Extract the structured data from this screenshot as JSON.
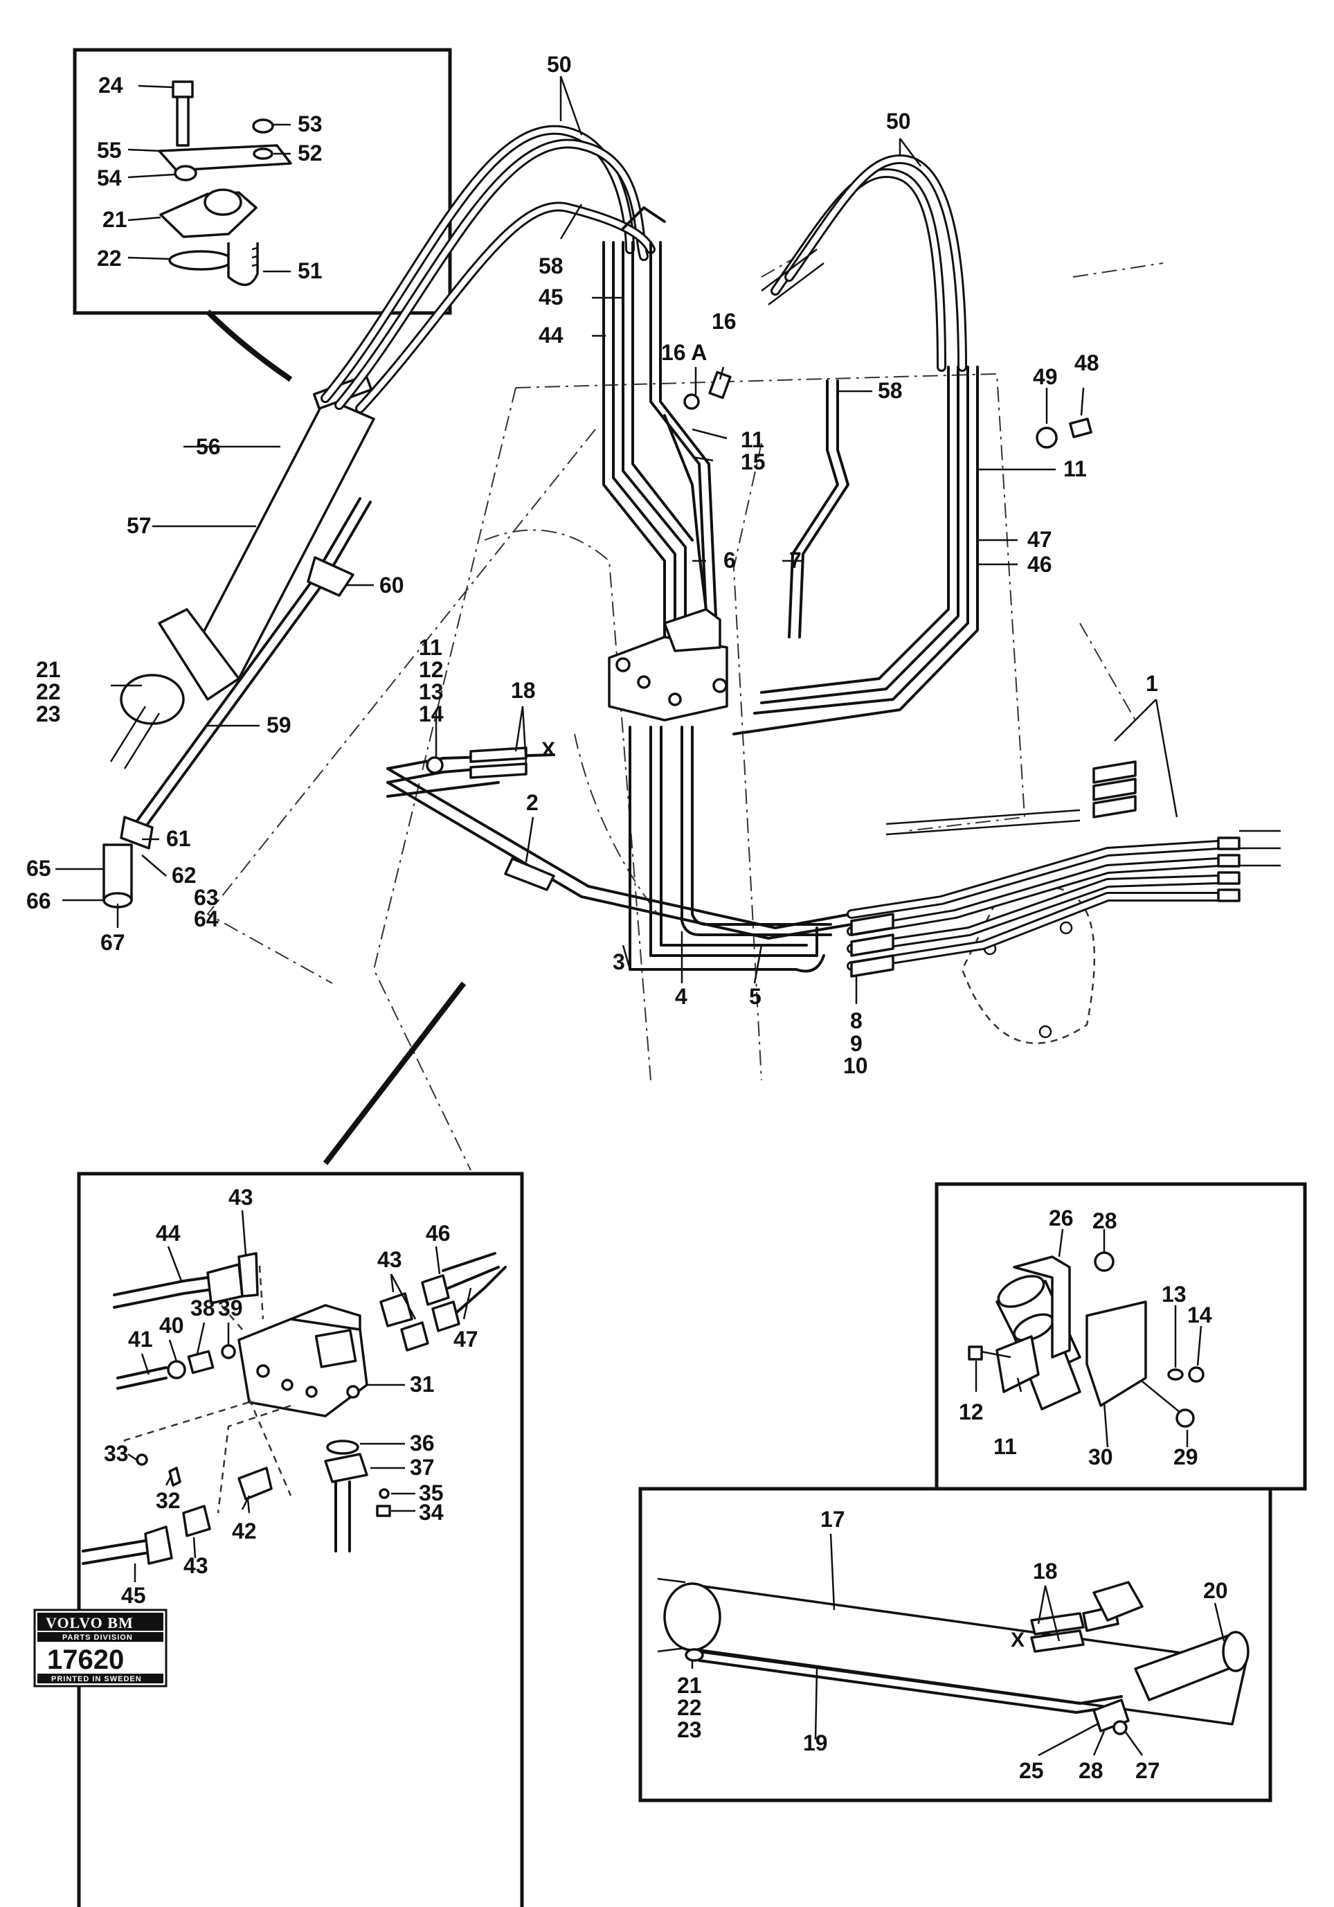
{
  "labels": {
    "top_50": "50",
    "top_50b": "50",
    "i24": "24",
    "i53": "53",
    "i55": "55",
    "i52": "52",
    "i54": "54",
    "i21": "21",
    "i22": "22",
    "i51": "51",
    "m58a": "58",
    "m45": "45",
    "m44": "44",
    "m16a": "16 A",
    "m16": "16",
    "m58b": "58",
    "m49": "49",
    "m48": "48",
    "m11a": "11",
    "m15": "15",
    "m11b": "11",
    "m56": "56",
    "m57": "57",
    "m6": "6",
    "m7": "7",
    "m47": "47",
    "m46": "46",
    "m60": "60",
    "m21": "21",
    "m22": "22",
    "m23": "23",
    "m11c": "11",
    "m12": "12",
    "m13": "13",
    "m14": "14",
    "m18": "18",
    "mX": "X",
    "m1": "1",
    "m59": "59",
    "m2": "2",
    "m61": "61",
    "m65": "65",
    "m62": "62",
    "m66": "66",
    "m63": "63",
    "m64": "64",
    "m67": "67",
    "m3": "3",
    "m4": "4",
    "m5": "5",
    "m8": "8",
    "m9": "9",
    "m10": "10",
    "d43a": "43",
    "d44": "44",
    "d46": "46",
    "d43b": "43",
    "d39": "39",
    "d38": "38",
    "d40": "40",
    "d41": "41",
    "d47": "47",
    "d31": "31",
    "d36": "36",
    "d33": "33",
    "d37": "37",
    "d32": "32",
    "d35": "35",
    "d34": "34",
    "d42": "42",
    "d43c": "43",
    "d45": "45",
    "c26": "26",
    "c28": "28",
    "c13": "13",
    "c14": "14",
    "c12": "12",
    "c11": "11",
    "c30": "30",
    "c29": "29",
    "e17": "17",
    "e18": "18",
    "e20": "20",
    "eX": "X",
    "e21": "21",
    "e22": "22",
    "e23": "23",
    "e19": "19",
    "e25": "25",
    "e28": "28",
    "e27": "27"
  },
  "logo": {
    "brand": "VOLVO BM",
    "division": "PARTS DIVISION",
    "number": "17620",
    "printed": "PRINTED IN SWEDEN"
  }
}
